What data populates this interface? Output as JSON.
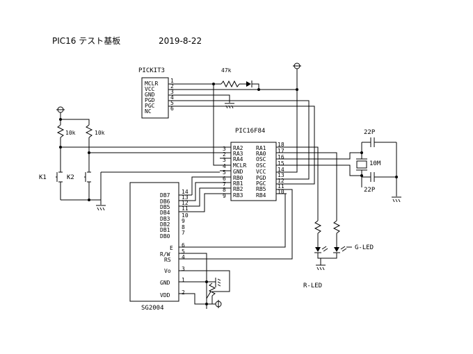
{
  "title": "PIC16 テスト基板",
  "date": "2019-8-22",
  "pickit": {
    "name": "PICKIT3",
    "pins": [
      {
        "num": "1",
        "label": "MCLR"
      },
      {
        "num": "2",
        "label": "VCC"
      },
      {
        "num": "3",
        "label": "GND"
      },
      {
        "num": "4",
        "label": "PGD"
      },
      {
        "num": "5",
        "label": "PGC"
      },
      {
        "num": "6",
        "label": "NC"
      }
    ]
  },
  "mcu": {
    "name": "PIC16F84",
    "left_pins": [
      {
        "num": "3",
        "label": "RA2"
      },
      {
        "num": "2",
        "label": "RA3"
      },
      {
        "num": "3",
        "label": "RA4"
      },
      {
        "num": "4",
        "label": "MCLR"
      },
      {
        "num": "5",
        "label": "GND"
      },
      {
        "num": "6",
        "label": "RB0"
      },
      {
        "num": "7",
        "label": "RB1"
      },
      {
        "num": "8",
        "label": "RB2"
      },
      {
        "num": "9",
        "label": "RB3"
      }
    ],
    "right_pins": [
      {
        "num": "18",
        "label": "RA1"
      },
      {
        "num": "17",
        "label": "RA0"
      },
      {
        "num": "16",
        "label": "OSC"
      },
      {
        "num": "15",
        "label": "OSC"
      },
      {
        "num": "14",
        "label": "VCC"
      },
      {
        "num": "13",
        "label": "PGD"
      },
      {
        "num": "12",
        "label": "PGC"
      },
      {
        "num": "11",
        "label": "RB5"
      },
      {
        "num": "10",
        "label": "RB4"
      }
    ]
  },
  "lcd": {
    "name": "SG2004",
    "pins": [
      {
        "num": "14",
        "label": "DB7"
      },
      {
        "num": "13",
        "label": "DB6"
      },
      {
        "num": "12",
        "label": "DB5"
      },
      {
        "num": "11",
        "label": "DB4"
      },
      {
        "num": "10",
        "label": "DB3"
      },
      {
        "num": "9",
        "label": "DB2"
      },
      {
        "num": "8",
        "label": "DB1"
      },
      {
        "num": "7",
        "label": "DB0"
      },
      {
        "num": "6",
        "label": "E"
      },
      {
        "num": "5",
        "label": "R/W"
      },
      {
        "num": "4",
        "label": "RS"
      },
      {
        "num": "3",
        "label": "Vo"
      },
      {
        "num": "1",
        "label": "GND"
      },
      {
        "num": "2",
        "label": "VDD"
      }
    ]
  },
  "parts": {
    "r_pullup": "47k",
    "r_k1": "10k",
    "r_k2": "10k",
    "cap_top": "22P",
    "cap_bottom": "22P",
    "crystal": "10M",
    "sw1": "K1",
    "sw2": "K2",
    "led_green": "G-LED",
    "led_red": "R-LED"
  }
}
